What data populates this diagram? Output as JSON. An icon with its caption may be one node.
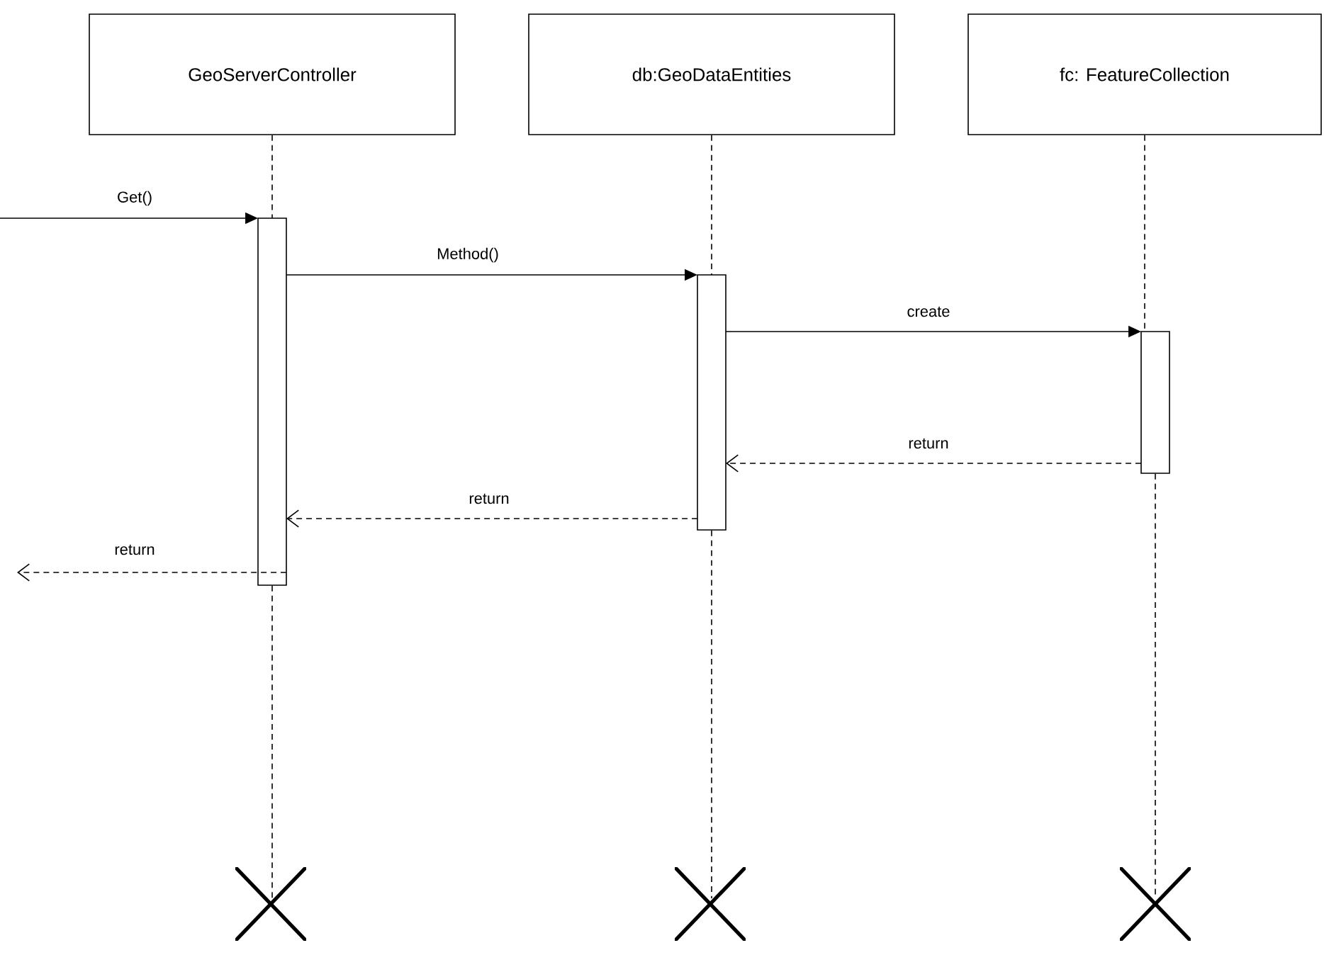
{
  "diagram": {
    "nodes": [
      {
        "text": [
          "GeoServerController"
        ]
      },
      {
        "text": [
          "db:GeoDataEntities"
        ]
      },
      {
        "text": [
          "fc: FeatureCollection"
        ]
      },
      {
        "text": [],
        "shape": "bar"
      },
      {
        "text": [],
        "shape": "bar"
      },
      {
        "text": [],
        "shape": "bar"
      },
      {
        "text": [],
        "shape": "cross"
      },
      {
        "text": [],
        "shape": "cross"
      },
      {
        "text": [],
        "shape": "cross"
      }
    ],
    "edges": [
      {
        "from": 0,
        "to": 3,
        "arrow": "none",
        "style": "dashed"
      },
      {
        "from": 3,
        "to": 6,
        "arrow": "none",
        "style": "dashed"
      },
      {
        "from": 1,
        "to": 4,
        "arrow": "none",
        "style": "dashed"
      },
      {
        "from": 4,
        "to": 7,
        "arrow": "none",
        "style": "dashed"
      },
      {
        "from": 2,
        "to": 5,
        "arrow": "none",
        "style": "dashed"
      },
      {
        "from": 5,
        "to": 8,
        "arrow": "none",
        "style": "dashed"
      },
      {
        "from": null,
        "to": 3,
        "arrow": "to",
        "label": "Get()"
      },
      {
        "from": 3,
        "to": 4,
        "arrow": "to",
        "label": "Method()"
      },
      {
        "from": 4,
        "to": 5,
        "arrow": "to",
        "label": "create"
      },
      {
        "from": 5,
        "to": 4,
        "arrow": "to",
        "label": "return",
        "style": "dashed"
      },
      {
        "from": 4,
        "to": 3,
        "arrow": "to",
        "label": "return",
        "style": "dashed"
      },
      {
        "from": 3,
        "to": null,
        "arrow": "to",
        "label": "return",
        "style": "dashed"
      }
    ]
  }
}
